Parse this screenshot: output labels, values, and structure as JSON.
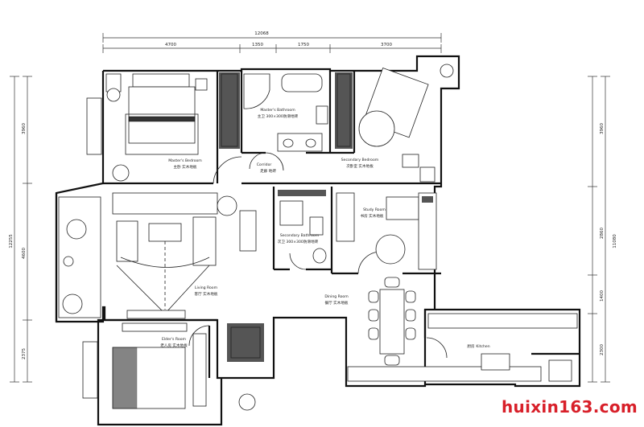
{
  "plan": {
    "dimensions": {
      "top_total": "12068",
      "top_segments": [
        "4700",
        "1350",
        "1750",
        "3700"
      ],
      "left_total": "12255",
      "left_segments": [
        "3960",
        "4600",
        "2375"
      ],
      "right_total": "11080",
      "right_segments": [
        "3960",
        "2860",
        "1400",
        "2300"
      ]
    },
    "rooms": {
      "master_bedroom": "Master's Bedroom",
      "master_bedroom_cn": "主卧  实木地板",
      "corridor": "Corridor",
      "corridor_cn": "走廊  地砖",
      "master_bathroom": "Master's Bathroom",
      "master_bathroom_cn": "主卫  300×300防滑地砖",
      "secondary_bedroom": "Secondary Bedroom",
      "secondary_bedroom_cn": "次卧室  实木地板",
      "study_room": "Study Room",
      "study_room_cn": "书房  实木地板",
      "secondary_bathroom": "Secondary Bathroom",
      "secondary_bathroom_cn": "次卫  300×300防滑地砖",
      "living_room": "Living Room",
      "living_room_cn": "客厅  实木地板",
      "dining_room": "Dining Room",
      "dining_room_cn": "餐厅  实木地板",
      "kitchen": "Kitchen",
      "kitchen_cn": "厨房",
      "elder_room": "Elder's Room",
      "elder_room_cn": "老人房  实木地板"
    }
  },
  "watermark": "huixin163.com"
}
